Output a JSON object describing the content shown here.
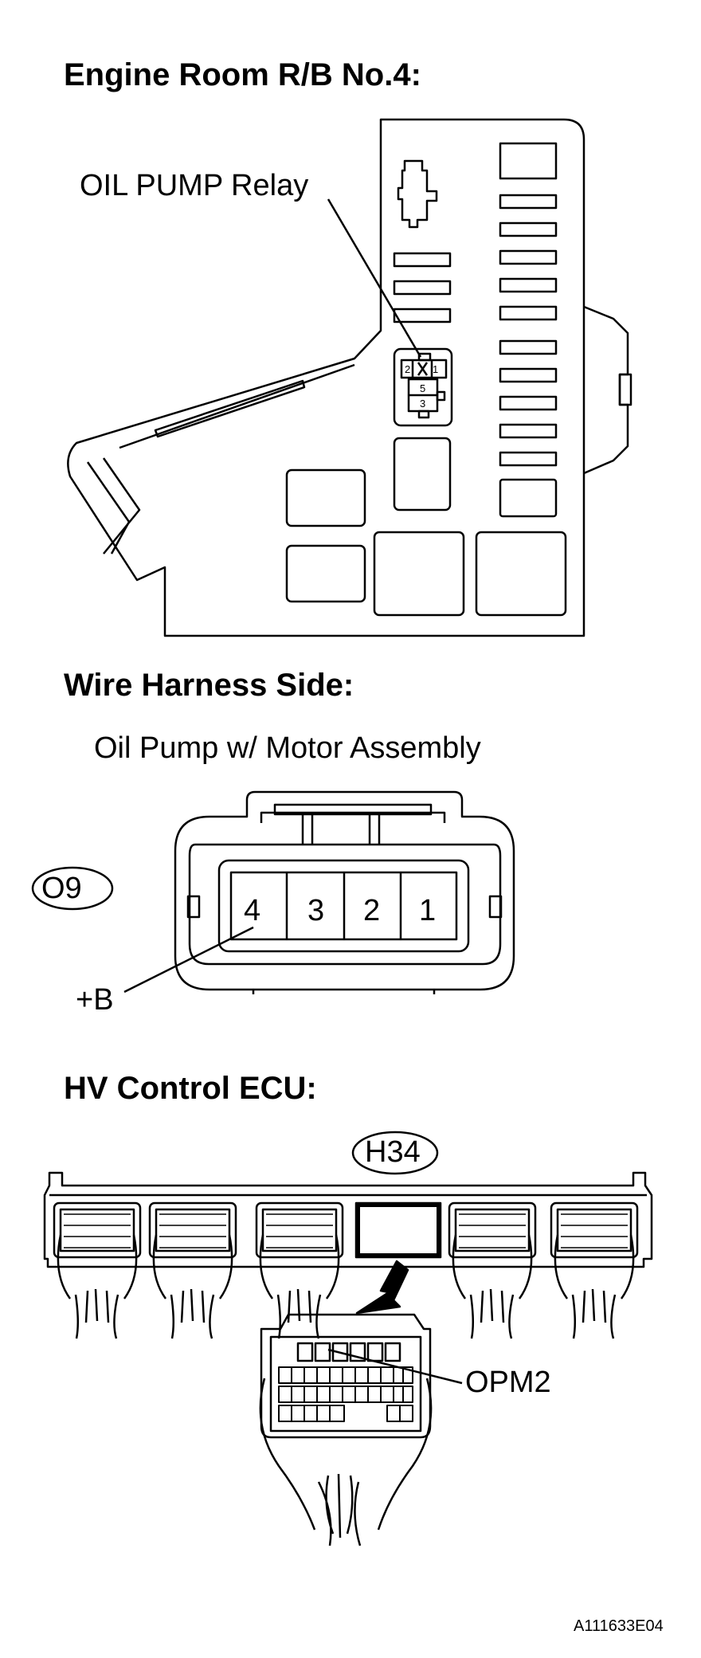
{
  "sections": {
    "relay_box": {
      "heading": "Engine Room R/B No.4:",
      "relay_label": "OIL PUMP Relay",
      "relay_pins": [
        "2",
        "1",
        "5",
        "3"
      ]
    },
    "harness": {
      "heading": "Wire Harness Side:",
      "component": "Oil Pump w/ Motor Assembly",
      "connector_id": "O9",
      "pins": [
        "4",
        "3",
        "2",
        "1"
      ],
      "pin_label": "+B"
    },
    "ecu": {
      "heading": "HV Control ECU:",
      "connector_id": "H34",
      "terminal_label": "OPM2"
    }
  },
  "figure_code": "A111633E04"
}
